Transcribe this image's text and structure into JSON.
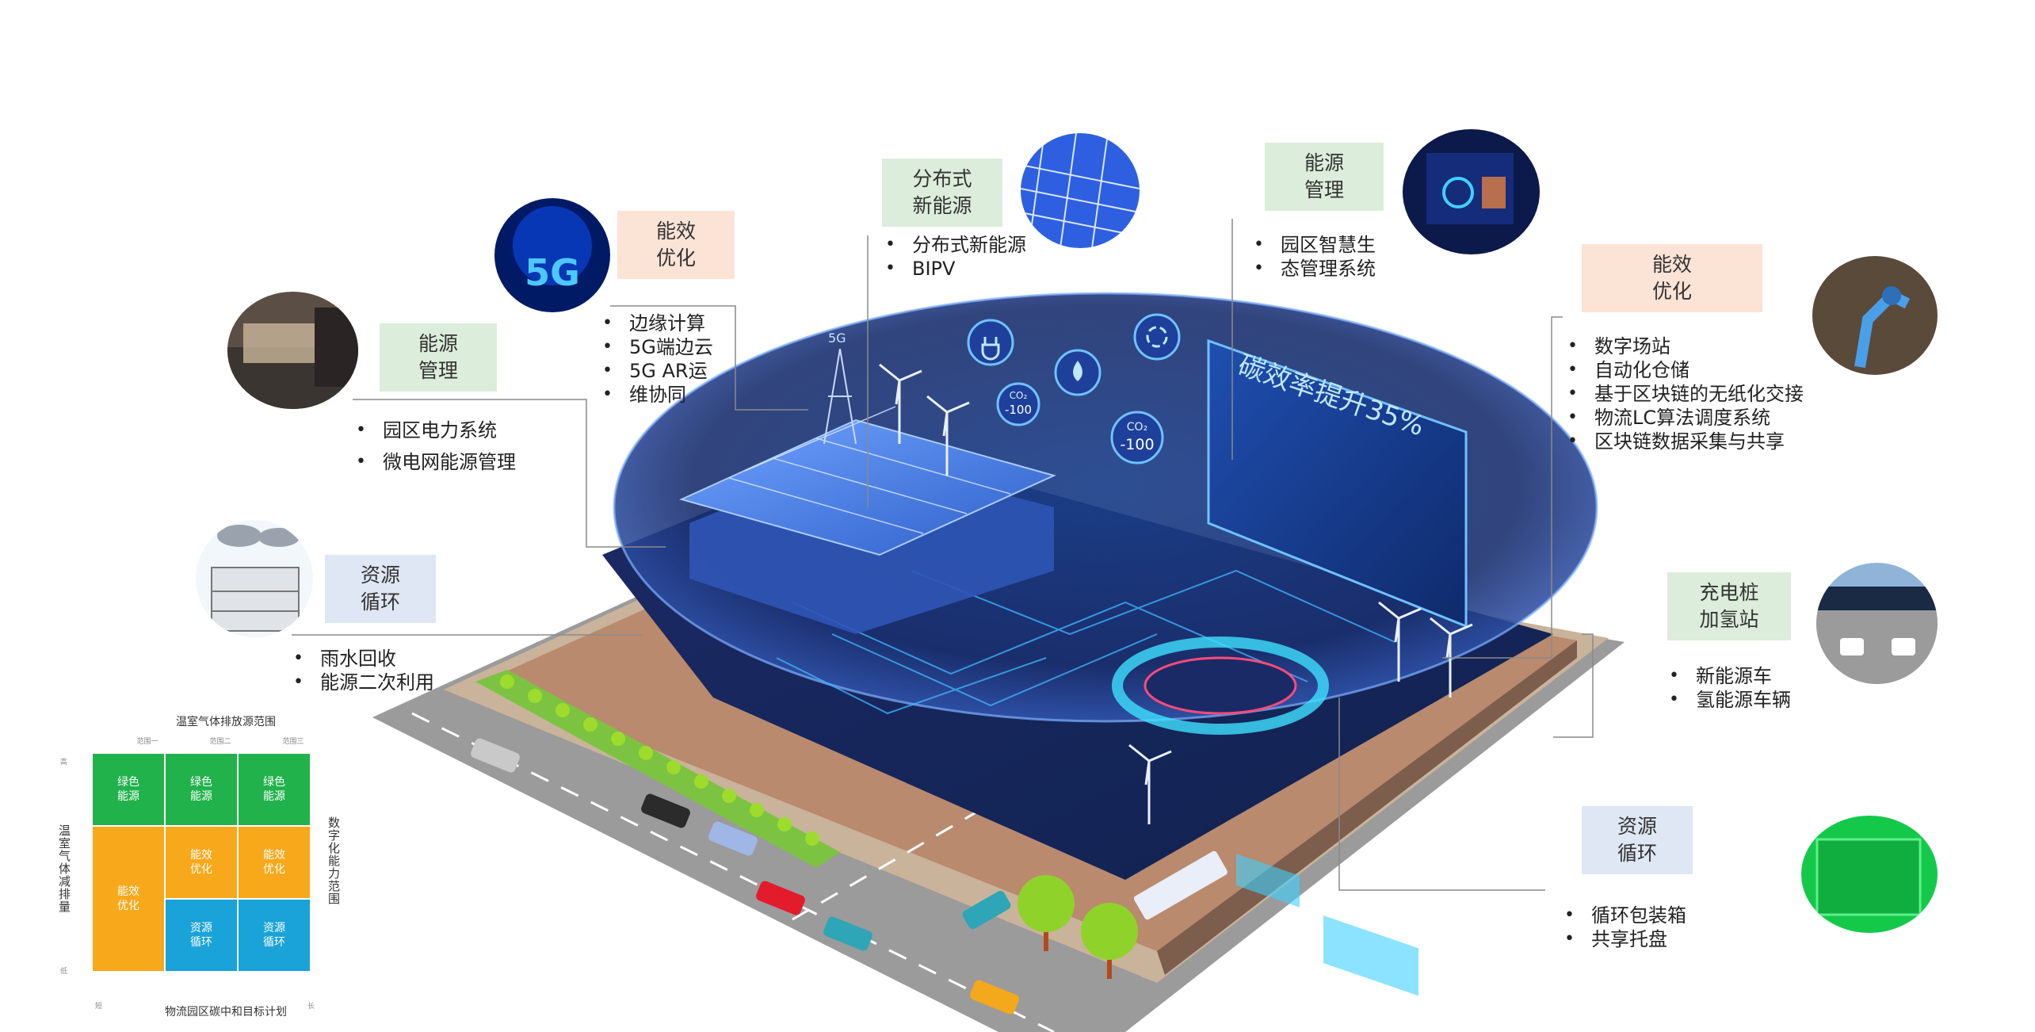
{
  "diagram": {
    "screen_text": "碳效率提升35%",
    "co2_badges": [
      "CO₂",
      "-100",
      "CO₂",
      "-100"
    ],
    "cube_label_5g": "5G",
    "callouts": [
      {
        "id": "energy-mgmt-left",
        "tag": [
          "能源",
          "管理"
        ],
        "items": [
          "园区电力系统",
          "微电网能源管理"
        ]
      },
      {
        "id": "efficiency-5g",
        "tag": [
          "能效",
          "优化"
        ],
        "items": [
          "边缘计算",
          "5G端边云",
          "5G AR运",
          "维协同"
        ]
      },
      {
        "id": "distributed-energy",
        "tag": [
          "分布式",
          "新能源"
        ],
        "items": [
          "分布式新能源",
          "BIPV"
        ]
      },
      {
        "id": "energy-mgmt-right",
        "tag": [
          "能源",
          "管理"
        ],
        "items": [
          "园区智慧生",
          "态管理系统"
        ]
      },
      {
        "id": "efficiency-right",
        "tag": [
          "能效",
          "优化"
        ],
        "items": [
          "数字场站",
          "自动化仓储",
          "基于区块链的无纸化交接",
          "物流LC算法调度系统",
          "区块链数据采集与共享"
        ]
      },
      {
        "id": "charging",
        "tag": [
          "充电桩",
          "加氢站"
        ],
        "items": [
          "新能源车",
          "氢能源车辆"
        ]
      },
      {
        "id": "resource-left",
        "tag": [
          "资源",
          "循环"
        ],
        "items": [
          "雨水回收",
          "能源二次利用"
        ]
      },
      {
        "id": "resource-right",
        "tag": [
          "资源",
          "循环"
        ],
        "items": [
          "循环包装箱",
          "共享托盘"
        ]
      }
    ]
  },
  "matrix": {
    "title": "温室气体排放源范围",
    "bottom_label": "物流园区碳中和目标计划",
    "left_label": "温室气体减排量",
    "right_label": "数字化能力范围",
    "columns": [
      "范围一",
      "范围二",
      "范围三"
    ],
    "row_marks": [
      "高",
      "低"
    ],
    "bottom_marks": [
      "短",
      "长"
    ],
    "cells": {
      "r1c1": [
        "绿色",
        "能源"
      ],
      "r1c2": [
        "绿色",
        "能源"
      ],
      "r1c3": [
        "绿色",
        "能源"
      ],
      "big": [
        "能效",
        "优化"
      ],
      "r2c2": [
        "能效",
        "优化"
      ],
      "r2c3": [
        "能效",
        "优化"
      ],
      "r3c2": [
        "资源",
        "循环"
      ],
      "r3c3": [
        "资源",
        "循环"
      ]
    },
    "colors": {
      "green": "#21b24b",
      "orange": "#f7a81b",
      "cyan": "#19a3d8"
    }
  }
}
